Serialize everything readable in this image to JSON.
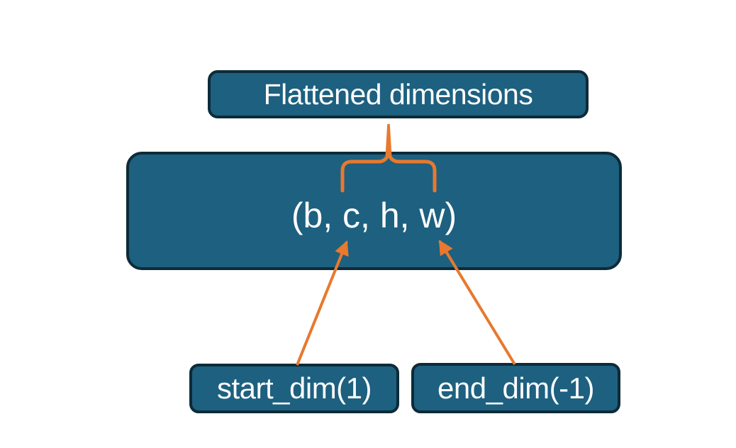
{
  "colors": {
    "box_fill": "#1d6080",
    "box_border": "#0d2b38",
    "accent": "#e8792e",
    "text": "#fdfdfd",
    "page_bg": "#ffffff"
  },
  "nodes": {
    "flattened": {
      "label": "Flattened dimensions"
    },
    "tensor": {
      "label": "(b, c, h, w)"
    },
    "start_dim": {
      "label": "start_dim(1)"
    },
    "end_dim": {
      "label": "end_dim(-1)"
    }
  },
  "connectors": {
    "brace": "overbrace spanning b, c, h with stem up to Flattened dimensions box",
    "start_arrow": "from start_dim(1) box up to letter b",
    "end_arrow": "from end_dim(-1) box up to letter w"
  }
}
